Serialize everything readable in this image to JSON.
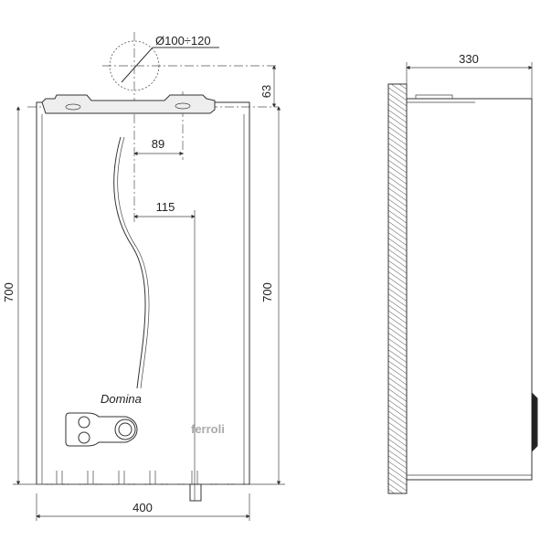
{
  "front_view": {
    "flue_diameter_label": "Ø100÷120",
    "dim_flue_height": "63",
    "dim_height_left": "700",
    "dim_height_right": "700",
    "dim_offset_89": "89",
    "dim_offset_115": "115",
    "dim_width": "400",
    "model_script": "Domina",
    "brand_logo": "ferroli"
  },
  "side_view": {
    "dim_depth": "330"
  }
}
